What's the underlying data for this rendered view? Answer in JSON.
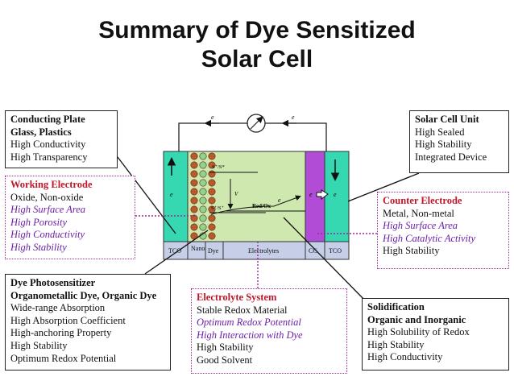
{
  "title_line1": "Summary of Dye Sensitized",
  "title_line2": "Solar Cell",
  "conducting_plate": {
    "heading1": "Conducting Plate",
    "heading2": "Glass, Plastics",
    "items": [
      "High Conductivity",
      "High Transparency"
    ]
  },
  "working_electrode": {
    "heading": "Working Electrode",
    "sub": "Oxide, Non-oxide",
    "items": [
      "High Surface Area",
      "High Porosity",
      "High Conductivity",
      "High Stability"
    ]
  },
  "dye": {
    "heading1": "Dye Photosensitizer",
    "heading2": "Organometallic Dye, Organic Dye",
    "items": [
      "Wide-range Absorption",
      "High Absorption Coefficient",
      "High-anchoring Property",
      "High Stability",
      "Optimum Redox Potential"
    ]
  },
  "electrolyte": {
    "heading": "Electrolyte System",
    "sub": "Stable Redox Material",
    "italic_items": [
      "Optimum Redox Potential",
      "High Interaction with Dye"
    ],
    "items": [
      "High Stability",
      "Good Solvent"
    ]
  },
  "solar_unit": {
    "heading": "Solar Cell Unit",
    "items": [
      "High Sealed",
      "High Stability",
      "Integrated Device"
    ]
  },
  "counter_electrode": {
    "heading": "Counter Electrode",
    "sub": "Metal, Non-metal",
    "italic_items": [
      "High Surface Area",
      "High Catalytic Activity"
    ],
    "items": [
      "High Stability"
    ]
  },
  "solidification": {
    "heading1": "Solidification",
    "heading2": "Organic and Inorganic",
    "items": [
      "High Solubility of Redox",
      "High Stability",
      "High Conductivity"
    ]
  },
  "cell": {
    "e_top_left": "e",
    "e_top_right": "e",
    "e_left": "e",
    "e_right": "e",
    "e_right2": "e",
    "e_mid": "e",
    "s_plus_top": "S⁺/S*",
    "s_plus_mid": "S⁺/S⁺",
    "voc": "V",
    "redox": "Red/Ox",
    "bar_tco_left": "TCO",
    "bar_nano": "Nano",
    "bar_dye": "Dye",
    "bar_electrolytes": "Electrolytes",
    "bar_cc": "CC",
    "bar_tco_right": "TCO"
  },
  "colors": {
    "tco": "#35d8b0",
    "counter": "#b14cd6",
    "electrolyte": "#cfe8b0",
    "bar": "#c7cfe8",
    "particle": "#b85a2a",
    "dotted": "#a0269a",
    "heading_red": "#c0162a",
    "italic_purple": "#6a1fa8"
  }
}
